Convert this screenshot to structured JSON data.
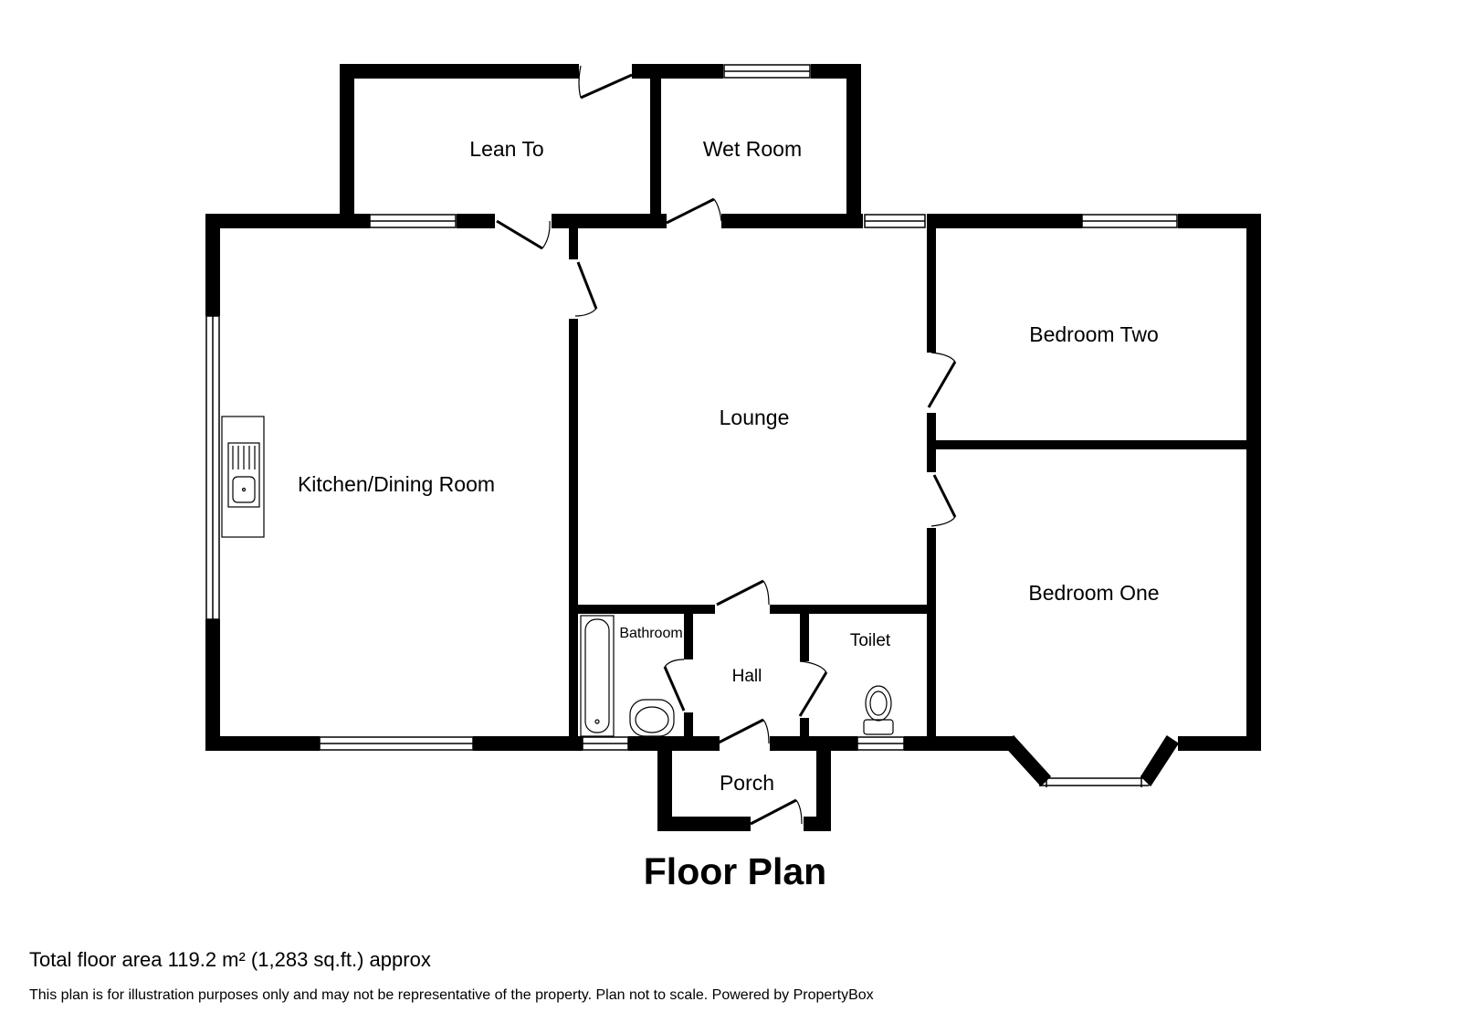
{
  "title": "Floor Plan",
  "rooms": {
    "lean_to": "Lean To",
    "wet_room": "Wet Room",
    "kitchen_dining": "Kitchen/Dining Room",
    "lounge": "Lounge",
    "bedroom_two": "Bedroom Two",
    "bedroom_one": "Bedroom One",
    "bathroom": "Bathroom",
    "hall": "Hall",
    "toilet": "Toilet",
    "porch": "Porch"
  },
  "footer": {
    "total_area": "Total floor area 119.2 m² (1,283 sq.ft.) approx",
    "disclaimer": "This plan is for illustration purposes only and may not be representative of the property. Plan not to scale. Powered by PropertyBox"
  }
}
